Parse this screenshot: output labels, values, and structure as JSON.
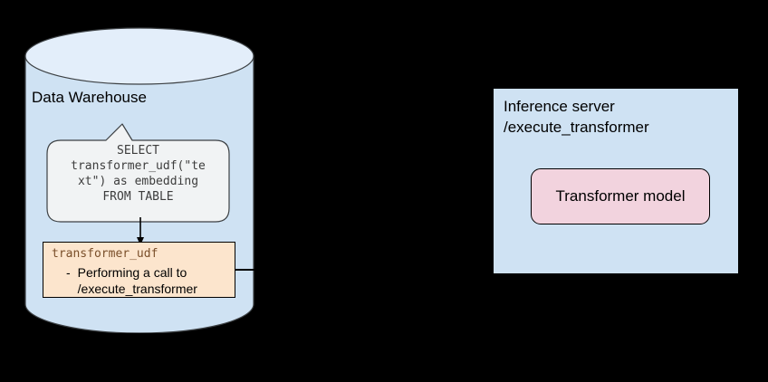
{
  "diagram": {
    "title": "Data warehouse UDF calling an inference server",
    "background_color": "#000000",
    "data_warehouse": {
      "label": "Data Warehouse",
      "fill_color": "#cfe2f3",
      "top_fill_color": "#e0ecf8",
      "stroke_color": "#3c4043",
      "sql_callout": {
        "shape": "speech-bubble",
        "fill_color": "#f1f3f4",
        "stroke_color": "#3c4043",
        "text": "SELECT\ntransformer_udf(\"te\nxt\") as embedding\nFROM TABLE"
      },
      "udf_box": {
        "fill_color": "#fce5cd",
        "stroke_color": "#000000",
        "title": "transformer_udf",
        "title_color": "#7a4f2a",
        "bullet_marker": "-",
        "bullet_text": "Performing a call to /execute_transformer"
      }
    },
    "inference_server": {
      "fill_color": "#cfe2f3",
      "stroke_color": "#000000",
      "title": "Inference server\n/execute_transformer",
      "model": {
        "label": "Transformer model",
        "fill_color": "#f2d3de",
        "stroke_color": "#000000"
      }
    },
    "connectors": {
      "callout_to_udf": "arrow-down",
      "udf_to_server": "line"
    }
  }
}
